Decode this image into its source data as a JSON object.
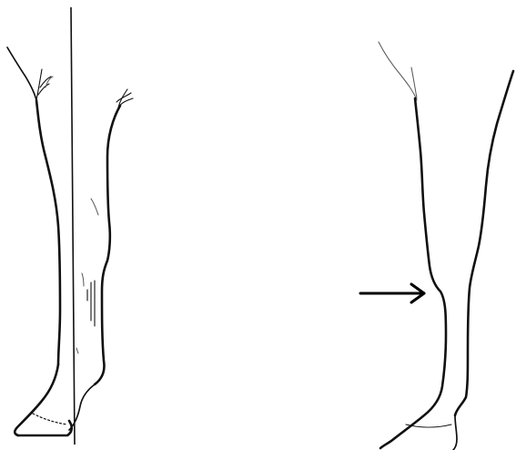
{
  "figure": {
    "background": "#ffffff",
    "ink_color": "#111111",
    "panels": [
      {
        "id": "left",
        "subject": "horse-foreleg-outline",
        "has_plumb_line": true,
        "icon": "vertical-plumb-line"
      },
      {
        "id": "right",
        "subject": "horse-foreleg-outline",
        "has_arrow_annotation": true,
        "icon": "right-arrow"
      }
    ],
    "annotations": {
      "arrow": {
        "icon": "right-arrow-icon",
        "direction": "right",
        "color": "#000000"
      }
    }
  }
}
